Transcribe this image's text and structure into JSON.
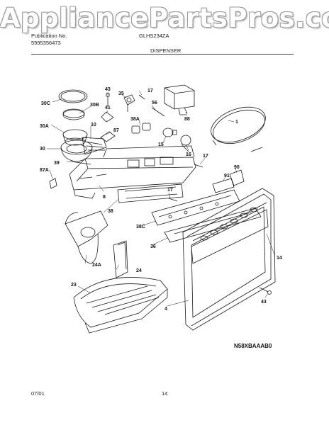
{
  "watermark": "AppliancePartsPros.com",
  "header": {
    "publication_label": "Publication No.",
    "publication_number": "5995356473",
    "model": "GLHS234ZA",
    "section_title": "DISPENSER"
  },
  "diagram": {
    "code": "N58XBAAAB0",
    "callouts": [
      "30C",
      "43",
      "35",
      "17",
      "30B",
      "41",
      "56",
      "88",
      "30A",
      "10",
      "38A",
      "87",
      "1",
      "30",
      "15",
      "16",
      "39",
      "17",
      "87A",
      "90",
      "91",
      "8",
      "17",
      "38",
      "38C",
      "36",
      "14",
      "24A",
      "24",
      "23",
      "4",
      "43"
    ]
  },
  "footer": {
    "date": "07/01",
    "page": "14"
  }
}
